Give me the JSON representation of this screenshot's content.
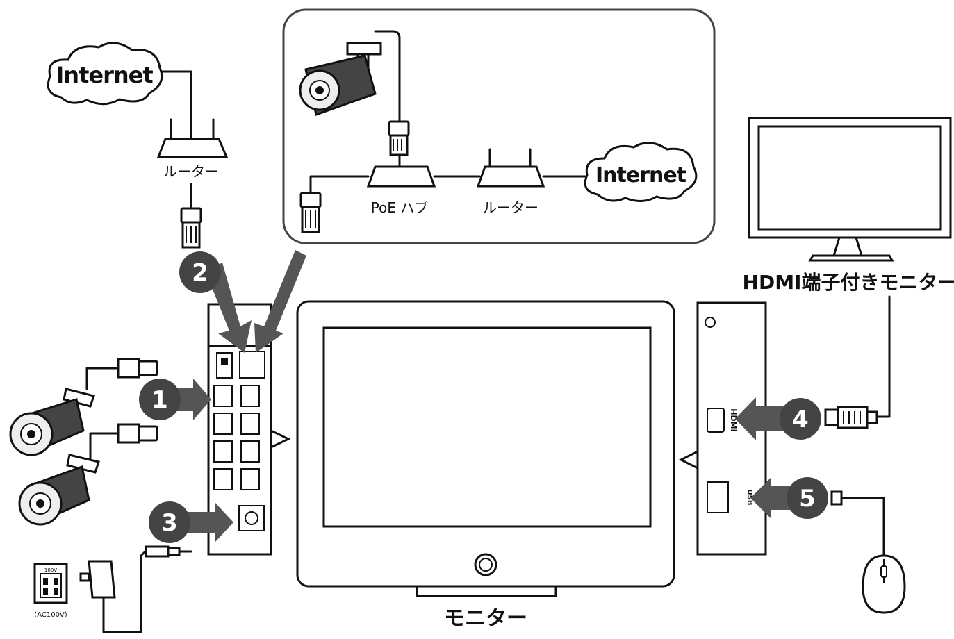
{
  "labels": {
    "internet_left": "Internet",
    "internet_right": "Internet",
    "router_left": "ルーター",
    "router_right": "ルーター",
    "poe_hub": "PoE ハブ",
    "hdmi_monitor": "HDMI端子付きモニター",
    "monitor": "モニター",
    "ac_outlet": "(AC100V)",
    "outlet_rating": "100V",
    "hdmi_port": "HDMI",
    "usb_port": "USB"
  },
  "steps": [
    "1",
    "2",
    "3",
    "4",
    "5"
  ],
  "colors": {
    "arrow": "#555555",
    "badge": "#444444",
    "line": "#111111"
  }
}
